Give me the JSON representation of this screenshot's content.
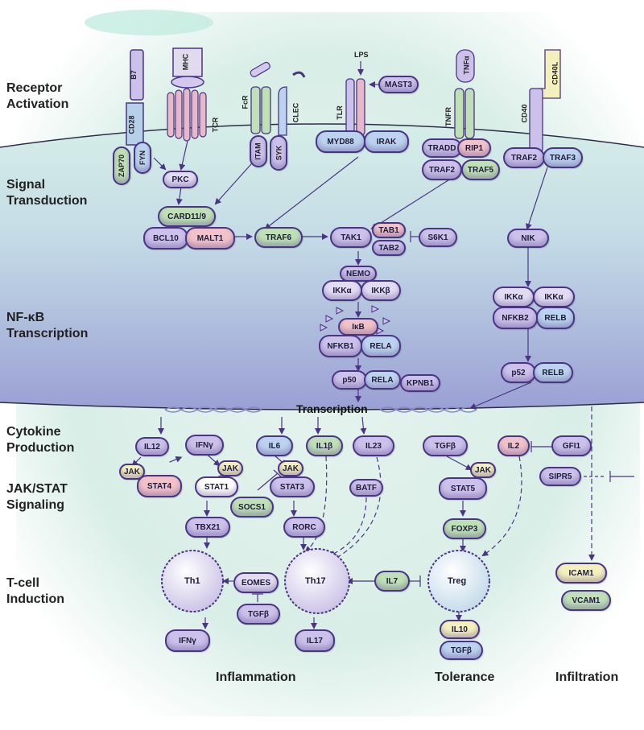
{
  "sections": {
    "receptor_1": "Receptor",
    "receptor_2": "Activation",
    "signal_1": "Signal",
    "signal_2": "Transduction",
    "nfkb_1": "NF-κB",
    "nfkb_2": "Transcription",
    "cytokine_1": "Cytokine",
    "cytokine_2": "Production",
    "jakstat_1": "JAK/STAT",
    "jakstat_2": "Signaling",
    "tcell_1": "T-cell",
    "tcell_2": "Induction"
  },
  "outcomes": {
    "inflammation": "Inflammation",
    "tolerance": "Tolerance",
    "infiltration": "Infiltration"
  },
  "transcription_label": "Transcription",
  "lps_label": "LPS",
  "receptors": {
    "b7": "B7",
    "mhc": "MHC",
    "tcr": "TCR",
    "fcr": "FcR",
    "clec": "CLEC",
    "tlr": "TLR",
    "tnfr": "TNFR",
    "tnfa": "TNFα",
    "cd40": "CD40",
    "cd40l": "CD40L",
    "cd28": "CD28",
    "zap70": "ZAP70",
    "fyn": "FYN",
    "itam": "ITAM",
    "syk": "SYK"
  },
  "nodes": {
    "mast3": "MAST3",
    "myd88": "MYD88",
    "irak": "IRAK",
    "tradd": "TRADD",
    "rip1": "RIP1",
    "traf2a": "TRAF2",
    "traf5": "TRAF5",
    "traf2b": "TRAF2",
    "traf3": "TRAF3",
    "pkc": "PKC",
    "card11": "CARD11/9",
    "bcl10": "BCL10",
    "malt1": "MALT1",
    "traf6": "TRAF6",
    "tak1": "TAK1",
    "tab1": "TAB1",
    "tab2": "TAB2",
    "s6k1": "S6K1",
    "nik": "NIK",
    "nemo": "NEMO",
    "ikka": "IKKα",
    "ikkb": "IKKβ",
    "ikka2": "IKKα",
    "ikka3": "IKKα",
    "nfkb2": "NFKB2",
    "relb": "RELB",
    "ikb": "IκB",
    "nfkb1": "NFKB1",
    "rela": "RELA",
    "p50": "p50",
    "rela2": "RELA",
    "kpnb1": "KPNB1",
    "p52": "p52",
    "relb2": "RELB",
    "il12": "IL12",
    "ifng": "IFNγ",
    "il6": "IL6",
    "il1b": "IL1β",
    "il23": "IL23",
    "tgfb": "TGFβ",
    "il2": "IL2",
    "gfi1": "GFI1",
    "jak1": "JAK",
    "stat4": "STAT4",
    "jak2": "JAK",
    "stat1": "STAT1",
    "jak3": "JAK",
    "stat3": "STAT3",
    "socs1": "SOCS1",
    "batf": "BATF",
    "jak4": "JAK",
    "stat5": "STAT5",
    "sipr5": "SIPR5",
    "tbx21": "TBX21",
    "rorc": "RORC",
    "foxp3": "FOXP3",
    "eomes": "EOMES",
    "tgfb2": "TGFβ",
    "il7": "IL7",
    "icam1": "ICAM1",
    "vcam1": "VCAM1",
    "ifng2": "IFNγ",
    "il17": "IL17",
    "il10": "IL10",
    "tgfb3": "TGFβ"
  },
  "cells": {
    "th1": "Th1",
    "th17": "Th17",
    "treg": "Treg"
  },
  "colors": {
    "purple": "#cbc1ea",
    "lavender": "#e2dcf3",
    "pink": "#f1c2c8",
    "green": "#bfe0b6",
    "yellow": "#f4f0bd",
    "blue": "#bcd3ef",
    "teal": "#b7e0dc",
    "outline": "#4a3585"
  }
}
